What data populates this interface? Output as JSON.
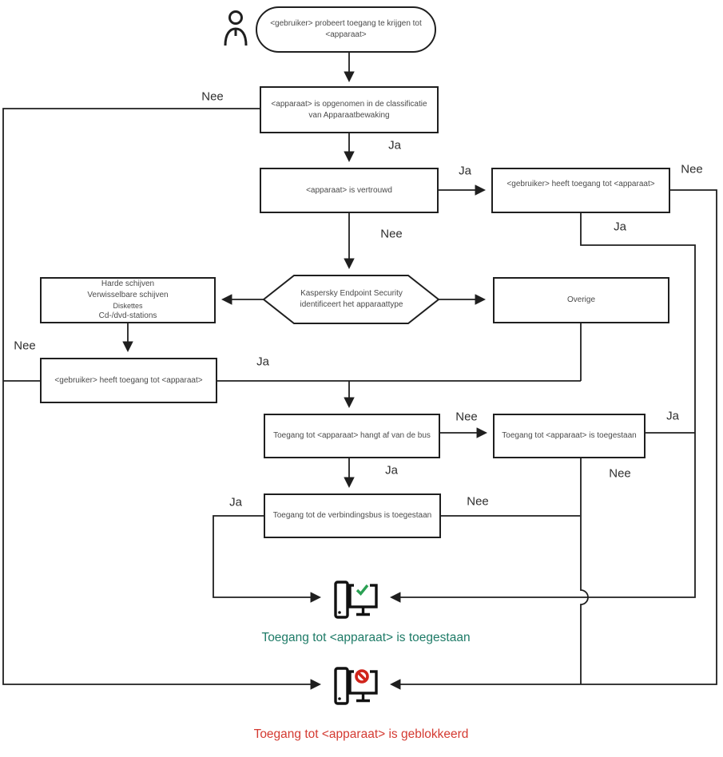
{
  "nodes": {
    "start": {
      "text": "<gebruiker> probeert toegang te krijgen tot <apparaat>"
    },
    "classification": {
      "text": "<apparaat> is opgenomen in de classificatie van Apparaatbewaking"
    },
    "trusted": {
      "text": "<apparaat> is vertrouwd"
    },
    "user_access_top": {
      "text": "<gebruiker> heeft toegang tot <apparaat>"
    },
    "identify": {
      "text": "Kaspersky Endpoint Security identificeert het apparaattype"
    },
    "device_types": {
      "lines": [
        "Harde schijven",
        "Verwisselbare schijven",
        "Diskettes",
        "Cd-/dvd-stations"
      ]
    },
    "other": {
      "text": "Overige"
    },
    "user_access_left": {
      "text": "<gebruiker> heeft toegang tot <apparaat>"
    },
    "bus_depends": {
      "text": "Toegang tot <apparaat> hangt af van de bus"
    },
    "access_allowed_box": {
      "text": "Toegang tot <apparaat> is toegestaan"
    },
    "bus_allowed": {
      "text": "Toegang tot de verbindingsbus is toegestaan"
    }
  },
  "labels": {
    "classification_nee": "Nee",
    "classification_ja": "Ja",
    "trusted_ja": "Ja",
    "trusted_nee": "Nee",
    "useraccess_nee": "Nee",
    "useraccess_ja": "Ja",
    "devicetypes_nee": "Nee",
    "left_ja": "Ja",
    "bus_nee": "Nee",
    "bus_ja": "Ja",
    "allowedbox_ja": "Ja",
    "allowedbox_nee": "Nee",
    "verbindingsbus_ja": "Ja",
    "verbindingsbus_nee": "Nee"
  },
  "results": {
    "allowed": "Toegang tot <apparaat> is toegestaan",
    "blocked": "Toegang tot <apparaat> is geblokkeerd"
  },
  "colors": {
    "allowed_text": "#1e7b67",
    "blocked_text": "#d43a31",
    "check_icon": "#2aa053",
    "prohibition_icon": "#d0241b",
    "line": "#1f1f1f"
  }
}
